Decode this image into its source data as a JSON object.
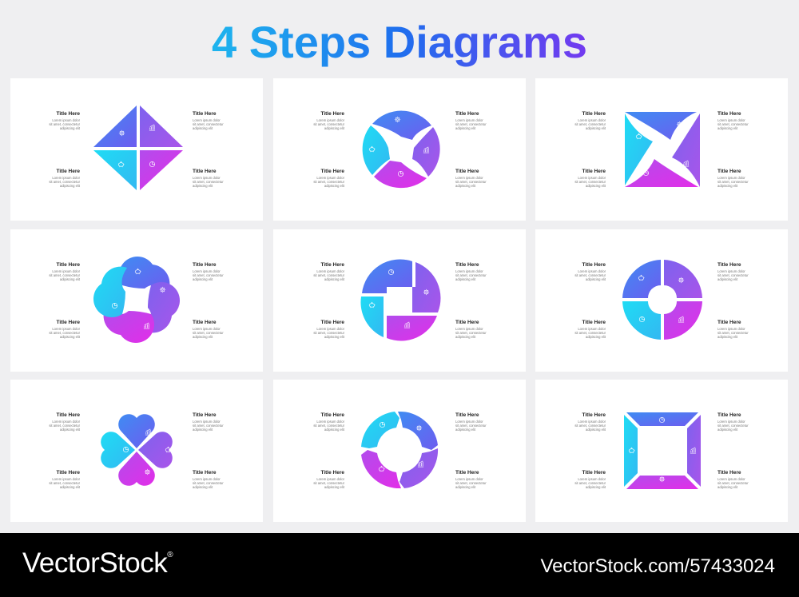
{
  "title": "4 Steps Diagrams",
  "colors": {
    "title_gradient": [
      "#1ec8ee",
      "#1f6fee",
      "#8a2bf0"
    ],
    "blue": "#5b6cf0",
    "purple": "#9a56ec",
    "cyan": "#27d4f2",
    "magenta": "#d23cea",
    "card": "#ffffff",
    "page": "#efeff1"
  },
  "label": {
    "title": "Title Here",
    "body": [
      "Lorem ipsum dolor",
      "sit amet, consectetur",
      "adipiscing elit"
    ]
  },
  "cards": [
    {
      "shape": "diamond-quadrants",
      "icons": [
        "gear-icon",
        "chart-icon",
        "piggy-bank-icon",
        "pie-chart-icon"
      ]
    },
    {
      "shape": "swirl-ring",
      "icons": [
        "gear-icon",
        "chart-icon",
        "pie-chart-icon",
        "piggy-bank-icon"
      ]
    },
    {
      "shape": "swirl-square",
      "icons": [
        "gear-icon",
        "chart-icon",
        "pie-chart-icon",
        "piggy-bank-icon"
      ]
    },
    {
      "shape": "petal-swirl",
      "icons": [
        "piggy-bank-icon",
        "gear-icon",
        "chart-icon",
        "pie-chart-icon"
      ]
    },
    {
      "shape": "square-ring-circle",
      "icons": [
        "pie-chart-icon",
        "gear-icon",
        "chart-icon",
        "piggy-bank-icon"
      ]
    },
    {
      "shape": "donut-quadrants",
      "icons": [
        "piggy-bank-icon",
        "gear-icon",
        "chart-icon",
        "pie-chart-icon"
      ]
    },
    {
      "shape": "hearts-clover",
      "icons": [
        "pie-chart-icon",
        "chart-icon",
        "gear-icon",
        "piggy-bank-icon"
      ]
    },
    {
      "shape": "donut-arrows",
      "icons": [
        "pie-chart-icon",
        "gear-icon",
        "chart-icon",
        "piggy-bank-icon"
      ]
    },
    {
      "shape": "square-frame",
      "icons": [
        "pie-chart-icon",
        "chart-icon",
        "gear-icon",
        "piggy-bank-icon"
      ]
    }
  ],
  "footer": {
    "brand": "VectorStock",
    "brand_mark": "®",
    "id_text": "VectorStock.com/57433024"
  }
}
